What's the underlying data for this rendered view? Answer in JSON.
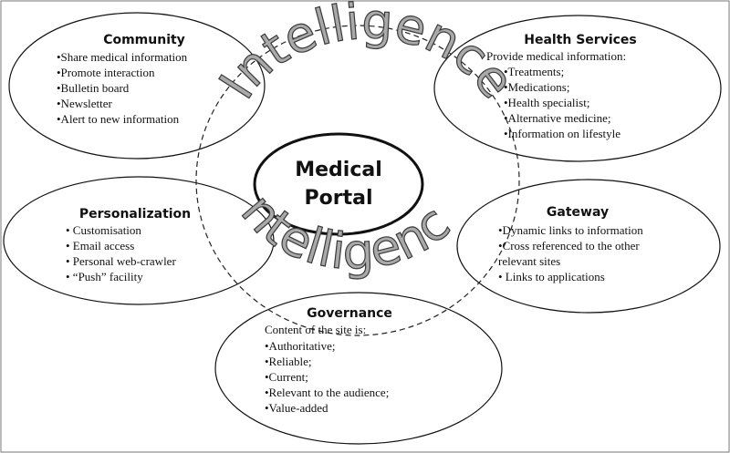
{
  "center": {
    "line1": "Medical",
    "line2": "Portal"
  },
  "intelligence_top": "Intelligence",
  "intelligence_bottom": "Intelligence",
  "community": {
    "title": "Community",
    "items": [
      "•Share medical information",
      "•Promote interaction",
      "•Bulletin board",
      "•Newsletter",
      "•Alert to new information"
    ]
  },
  "health_services": {
    "title": "Health Services",
    "intro": "Provide medical information:",
    "items": [
      "•Treatments;",
      "•Medications;",
      "•Health specialist;",
      "•Alternative medicine;",
      "•Information on lifestyle"
    ]
  },
  "personalization": {
    "title": "Personalization",
    "items": [
      "• Customisation",
      "• Email access",
      "• Personal web-crawler",
      "• “Push” facility"
    ]
  },
  "gateway": {
    "title": "Gateway",
    "items": [
      "•Dynamic links to information",
      "•Cross referenced to the other",
      "relevant sites",
      "• Links to applications"
    ]
  },
  "governance": {
    "title": "Governance",
    "intro": "Content of the site is:",
    "items": [
      "•Authoritative;",
      "•Reliable;",
      "•Current;",
      "•Relevant to the audience;",
      "•Value-added"
    ]
  }
}
